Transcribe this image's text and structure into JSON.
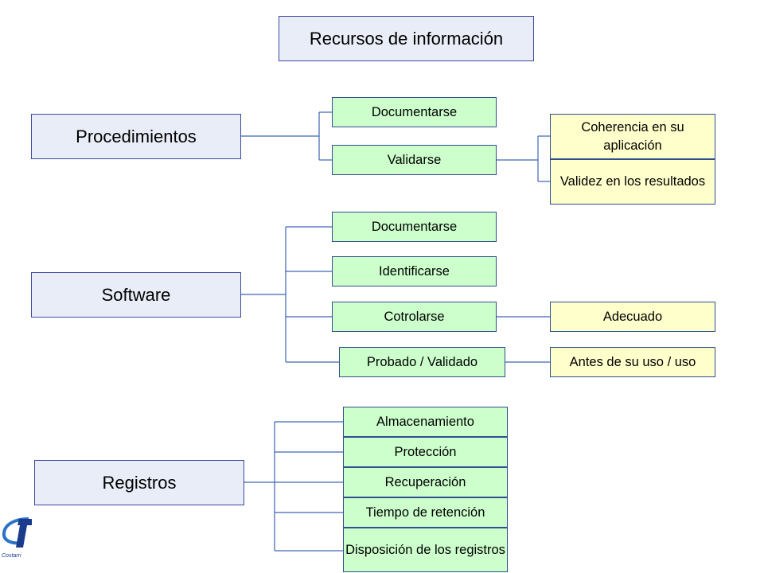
{
  "title": "Recursos de información",
  "procedimientos": {
    "label": "Procedimientos",
    "children": [
      "Documentarse",
      "Validarse"
    ],
    "validarse_children": [
      "Coherencia en su aplicación",
      "Validez en los resultados"
    ]
  },
  "software": {
    "label": "Software",
    "children": [
      "Documentarse",
      "Identificarse",
      "Cotrolarse",
      "Probado / Validado"
    ],
    "cotrolarse_child": "Adecuado",
    "probado_child": "Antes de su uso / uso"
  },
  "registros": {
    "label": "Registros",
    "children": [
      "Almacenamiento",
      "Protección",
      "Recuperación",
      "Tiempo de retención",
      "Disposición de los registros"
    ]
  },
  "colors": {
    "main_fill": "#e8edf7",
    "main_border": "#3d4a9e",
    "green_fill": "#ccffcc",
    "yellow_fill": "#ffffcc",
    "connector": "#3d63b5"
  },
  "logo": {
    "text": "Costarri",
    "icon": "corporate-logo-icon"
  }
}
